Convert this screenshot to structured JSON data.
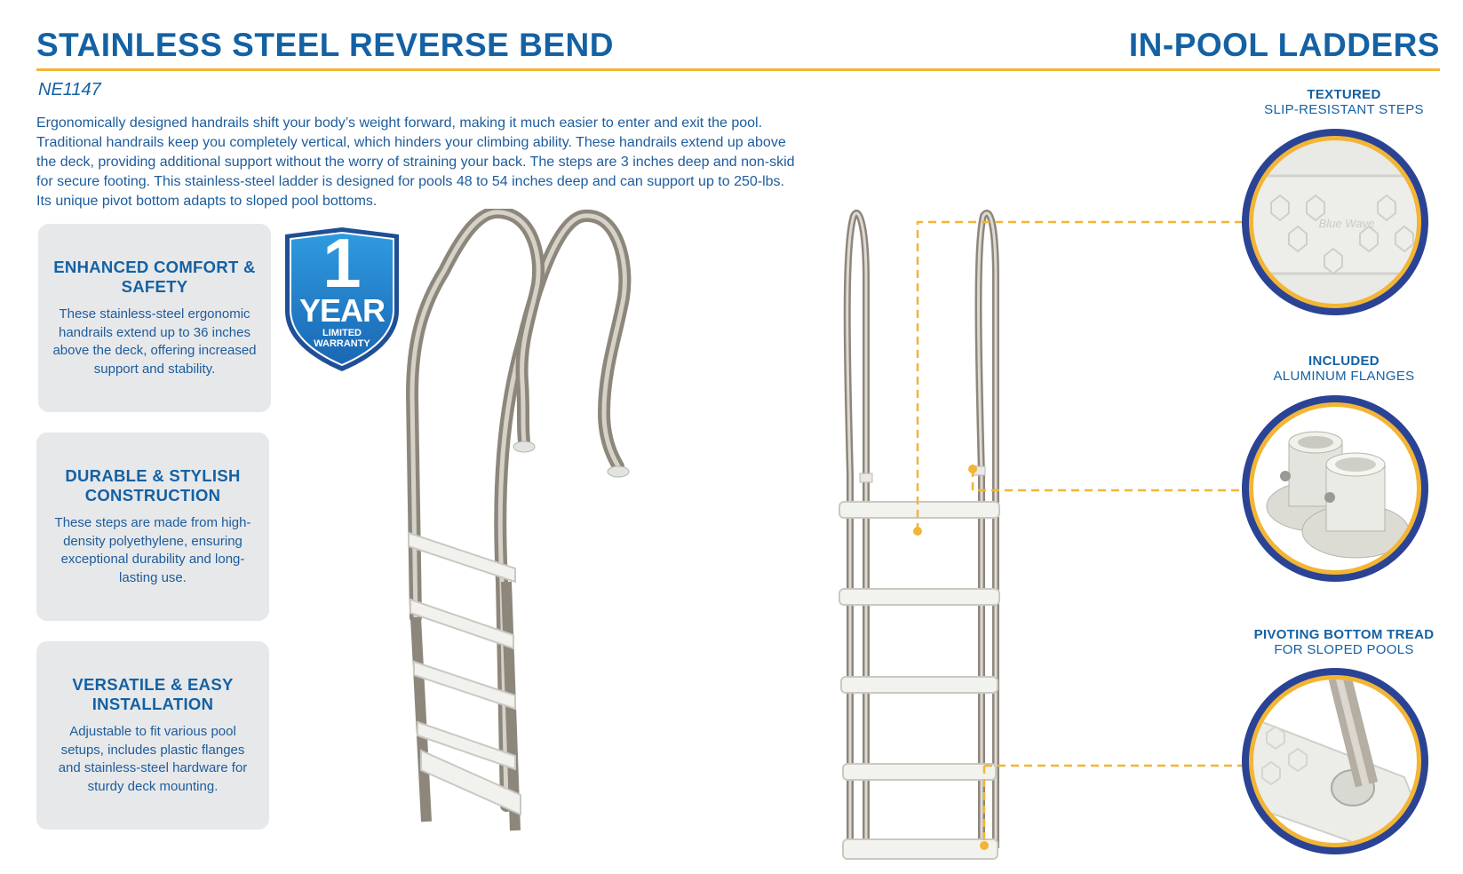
{
  "header": {
    "title_left": "STAINLESS STEEL REVERSE BEND",
    "title_right": "IN-POOL LADDERS",
    "model": "NE1147"
  },
  "description": "Ergonomically designed handrails shift your body’s weight forward, making it much easier to enter and exit the pool. Traditional handrails keep you completely vertical, which hinders your climbing ability. These handrails extend up above the deck, providing additional support without the worry of straining your back. The steps are 3 inches deep and non-skid for secure footing. This stainless-steel ladder is designed for pools 48 to 54 inches deep and can support up to 250-lbs. Its unique pivot bottom adapts to sloped pool bottoms.",
  "features": [
    {
      "title": "ENHANCED COMFORT & SAFETY",
      "text": "These stainless-steel ergonomic handrails extend up to 36 inches above the deck, offering increased support and stability."
    },
    {
      "title": "DURABLE & STYLISH CONSTRUCTION",
      "text": "These steps are made from high-density polyethylene, ensuring exceptional durability and long-lasting use."
    },
    {
      "title": "VERSATILE & EASY INSTALLATION",
      "text": "Adjustable to fit various pool setups, includes plastic flanges and stainless-steel hardware for sturdy deck mounting."
    }
  ],
  "warranty": {
    "number": "1",
    "word": "YEAR",
    "line1": "LIMITED",
    "line2": "WARRANTY"
  },
  "callouts": [
    {
      "title": "TEXTURED",
      "subtitle": "SLIP-RESISTANT STEPS"
    },
    {
      "title": "INCLUDED",
      "subtitle": "ALUMINUM FLANGES"
    },
    {
      "title": "PIVOTING BOTTOM TREAD",
      "subtitle": "FOR SLOPED POOLS"
    }
  ],
  "step_logo_text": "Blue Wave",
  "colors": {
    "brand_blue": "#1461a3",
    "accent_yellow": "#f2b535",
    "card_gray": "#e7e8ea",
    "circle_navy": "#2a4394"
  }
}
